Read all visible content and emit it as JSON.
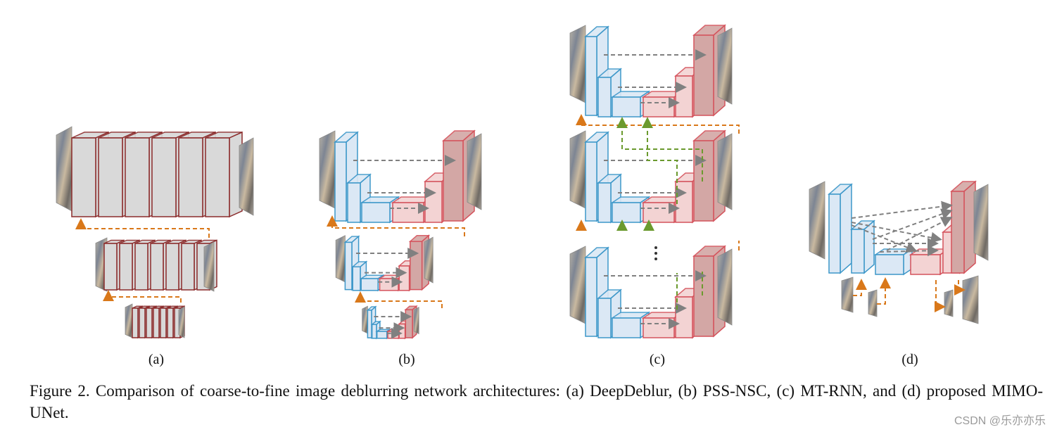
{
  "panels": [
    {
      "id": "a",
      "label": "(a)"
    },
    {
      "id": "b",
      "label": "(b)"
    },
    {
      "id": "c",
      "label": "(c)"
    },
    {
      "id": "d",
      "label": "(d)"
    }
  ],
  "caption": "Figure 2. Comparison of coarse-to-fine image deblurring network architectures: (a) DeepDeblur, (b) PSS-NSC, (c) MT-RNN, and (d) proposed MIMO-UNet.",
  "watermark": "CSDN @乐亦亦乐",
  "colors": {
    "gray_block": "#d9d9d9",
    "gray_border": "#8b2b2b",
    "encoder": "#dbe8f5",
    "encoder_border": "#3d97c9",
    "decoder": "#f3d3d3",
    "decoder_border": "#d4535c",
    "skip_arrow": "#808080",
    "coarse_arrow": "#d9781a",
    "recurrent_arrow": "#6b9a2e"
  }
}
